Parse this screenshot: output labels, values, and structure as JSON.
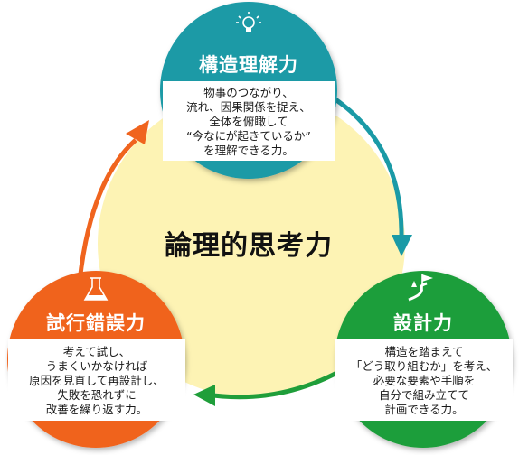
{
  "center": {
    "title": "論理的思考力"
  },
  "nodes": [
    {
      "id": "structure",
      "title": "構造理解力",
      "description": "物事のつながり、\n流れ、因果関係を捉え、\n全体を俯瞰して\n“今なにが起きているか”\nを理解できる力。",
      "icon": "lightbulb-icon",
      "color": "#1a9aa6"
    },
    {
      "id": "design",
      "title": "設計力",
      "description": "構造を踏まえて\n「どう取り組むか」を考え、\n必要な要素や手順を\n自分で組み立てて\n計画できる力。",
      "icon": "path-flag-icon",
      "color": "#1f9e3a"
    },
    {
      "id": "trial",
      "title": "試行錯誤力",
      "description": "考えて試し、\nうまくいかなければ\n原因を見直して再設計し、\n失敗を恐れずに\n改善を繰り返す力。",
      "icon": "flask-icon",
      "color": "#f0641e"
    }
  ],
  "colors": {
    "center_fill": "#fdf3b4",
    "teal": "#1a9aa6",
    "green": "#1f9e3a",
    "orange": "#f0641e"
  }
}
